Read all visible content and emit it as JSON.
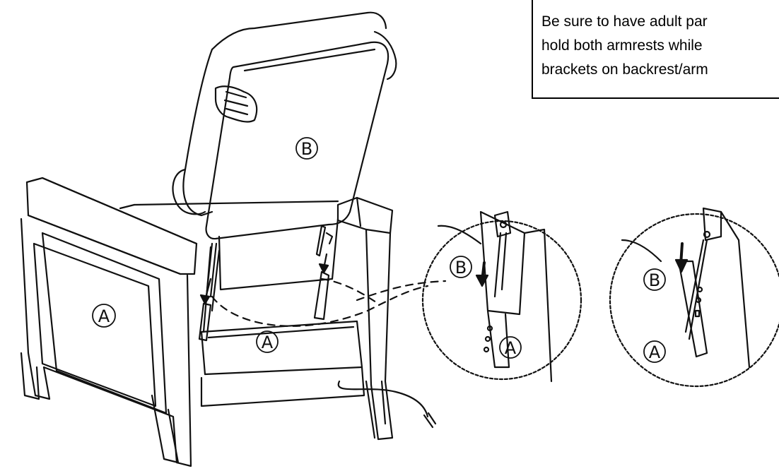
{
  "note": {
    "lines": [
      "Be sure to have adult par",
      "hold both armrests while",
      "brackets on backrest/arm"
    ]
  },
  "labels": {
    "backrest": "B",
    "armrest": "A",
    "seat": "A",
    "detail1_b": "B",
    "detail1_a": "A",
    "detail2_b": "B",
    "detail2_a": "A"
  }
}
